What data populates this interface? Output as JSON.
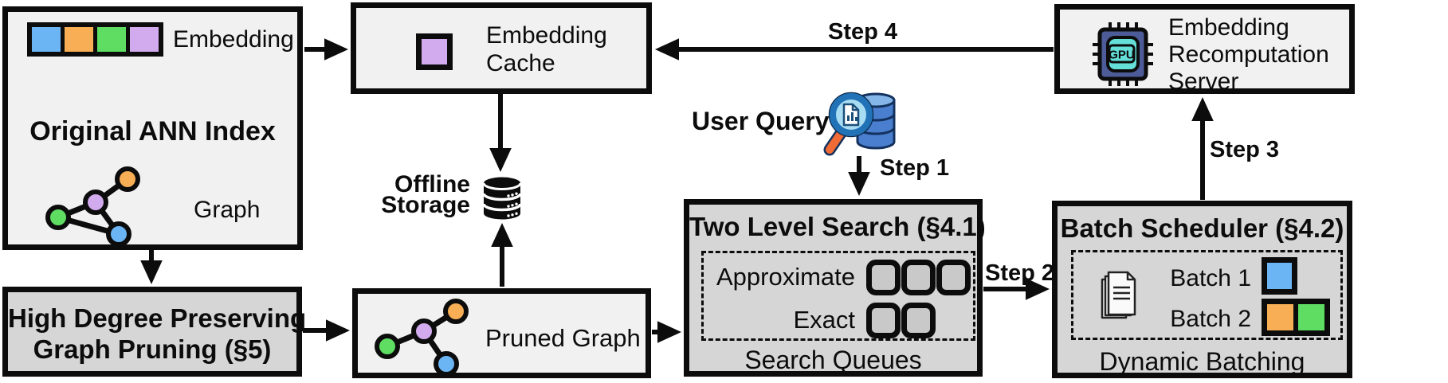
{
  "diagram": {
    "original_index": {
      "embedding_label": "Embedding",
      "title": "Original ANN Index",
      "graph_label": "Graph"
    },
    "embedding_cache": {
      "line1": "Embedding",
      "line2": "Cache"
    },
    "recomputation_server": {
      "line1": "Embedding",
      "line2": "Recomputation",
      "line3": "Server",
      "gpu_label": "GPU"
    },
    "offline_storage": {
      "line1": "Offline",
      "line2": "Storage"
    },
    "user_query": {
      "label": "User Query"
    },
    "high_degree_pruning": {
      "line1": "High Degree Preserving",
      "line2": "Graph Pruning (§5)"
    },
    "pruned_graph": {
      "label": "Pruned Graph"
    },
    "two_level_search": {
      "title": "Two Level Search (§4.1)",
      "row1_label": "Approximate",
      "row2_label": "Exact",
      "footer": "Search Queues"
    },
    "batch_scheduler": {
      "title": "Batch Scheduler (§4.2)",
      "batch1_label": "Batch 1",
      "batch2_label": "Batch 2",
      "footer": "Dynamic Batching"
    },
    "steps": {
      "s1": "Step 1",
      "s2": "Step 2",
      "s3": "Step 3",
      "s4": "Step 4"
    }
  },
  "colors": {
    "node_blue": "#6cb5f5",
    "node_orange": "#f7ae55",
    "node_green": "#5edd62",
    "node_purple": "#d2abef",
    "box_light": "#f1f1f1",
    "box_dark": "#d6d6d6",
    "queue_fill": "#c9c9c9",
    "chip_body": "#4d5c99",
    "chip_screen": "#64e0d8",
    "db_body": "#4a7fd0",
    "db_top": "#85b6ea",
    "lens_rim": "#2272b8",
    "lens_fill": "#a8dcf2",
    "handle_orange": "#f06b35",
    "page_fill": "#fafafa",
    "outline": "#0c0c0c"
  }
}
